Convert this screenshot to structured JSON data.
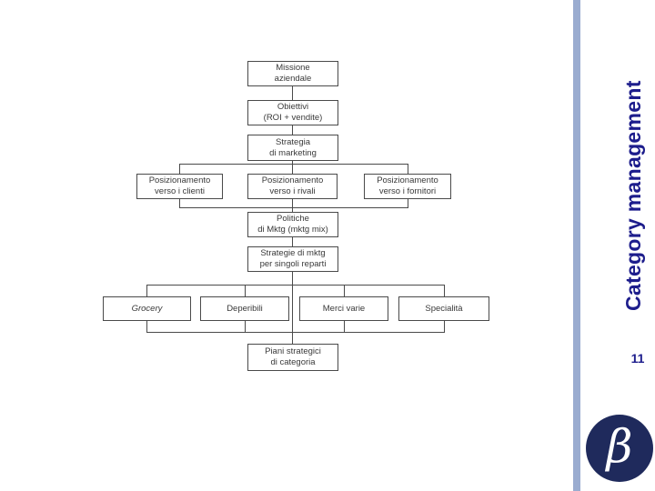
{
  "sidebar": {
    "title": "Category management",
    "page_number": "11",
    "logo_glyph": "β"
  },
  "colors": {
    "accent_bar": "#9aacd0",
    "title_navy": "#1d1d8c",
    "logo_navy": "#1f2a5c",
    "diagram_line": "#4a4a4a",
    "background": "#ffffff"
  },
  "flowchart": {
    "missione": "Missione\naziendale",
    "obiettivi": "Obiettivi\n(ROI + vendite)",
    "strategia": "Strategia\ndi marketing",
    "pos_clienti": "Posizionamento\nverso i clienti",
    "pos_rivali": "Posizionamento\nverso i rivali",
    "pos_fornitori": "Posizionamento\nverso i fornitori",
    "politiche": "Politiche\ndi Mktg (mktg mix)",
    "strategie_reparti": "Strategie di mktg\nper singoli reparti",
    "grocery": "Grocery",
    "deperibili": "Deperibili",
    "merci_varie": "Merci varie",
    "specialita": "Specialità",
    "piani": "Piani strategici\ndi categoria"
  }
}
